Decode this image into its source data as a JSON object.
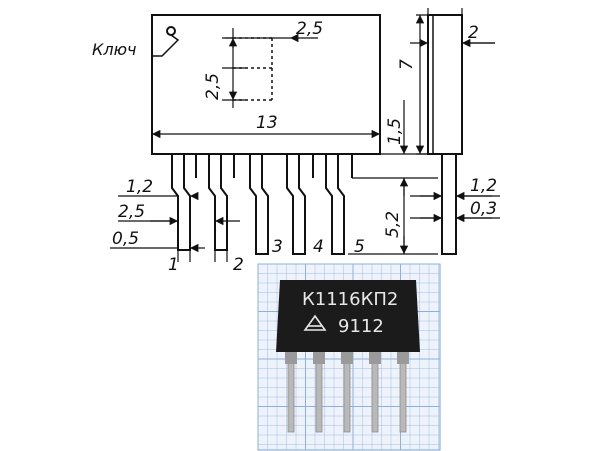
{
  "drawing": {
    "key_label": "Ключ",
    "dimensions": {
      "grid_h": "2,5",
      "grid_v": "2,5",
      "body_width": "13",
      "lead_offset": "1,5",
      "body_height": "7",
      "thickness": "2",
      "lead_width": "1,2",
      "pitch": "2,5",
      "lead_thickness": "0,5",
      "lead_length": "5,2",
      "side_width": "1,2",
      "side_thickness": "0,3"
    },
    "pins": [
      "1",
      "2",
      "3",
      "4",
      "5"
    ]
  },
  "photo": {
    "part_marking": "К1116КП2",
    "date_code": "9112",
    "colors": {
      "grid_bg": "#eef3fb",
      "grid_line": "#8fb0dc",
      "body": "#1b1b1b",
      "lead": "#b9b9b9"
    }
  }
}
